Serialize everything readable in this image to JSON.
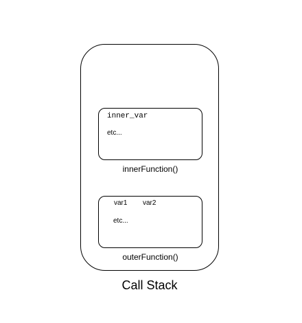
{
  "stack": {
    "label": "Call Stack",
    "frames": [
      {
        "function": "innerFunction()",
        "variables": [
          "inner_var"
        ],
        "more": "etc..."
      },
      {
        "function": "outerFunction()",
        "variables": [
          "var1",
          "var2"
        ],
        "more": "etc..."
      }
    ]
  }
}
